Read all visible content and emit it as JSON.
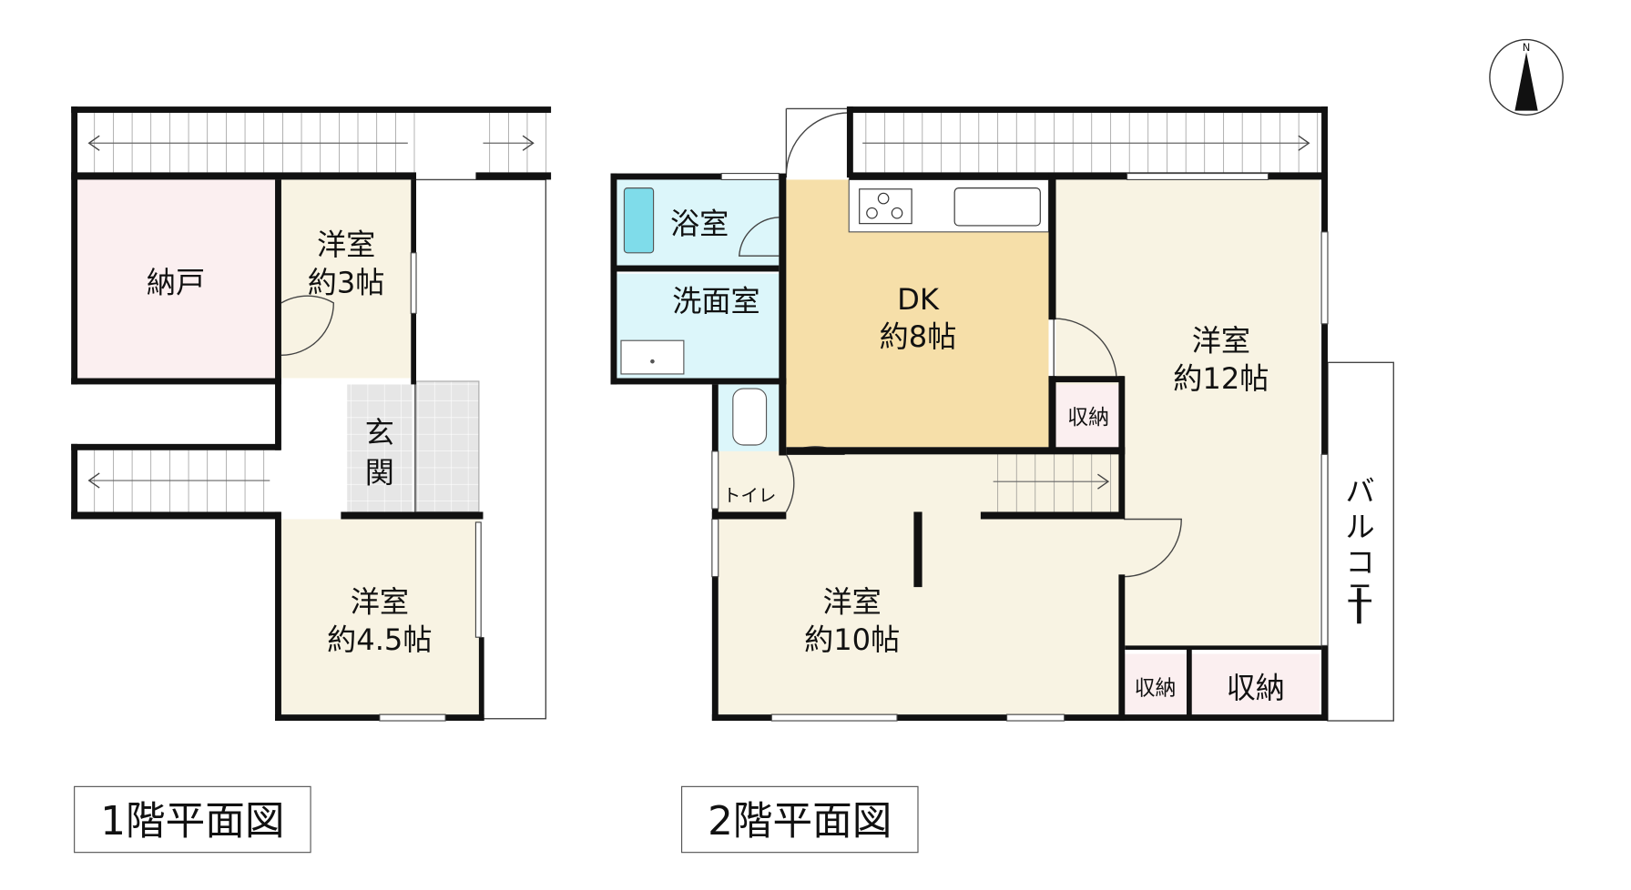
{
  "floor1": {
    "title": "1階平面図",
    "rooms": {
      "storage_nando": "納戸",
      "western_small_name": "洋室",
      "western_small_size": "約3帖",
      "entrance": [
        "玄",
        "関"
      ],
      "western_mid_name": "洋室",
      "western_mid_size": "約4.5帖"
    }
  },
  "floor2": {
    "title": "2階平面図",
    "rooms": {
      "bath": "浴室",
      "washroom": "洗面室",
      "dk_name": "DK",
      "dk_size": "約8帖",
      "western_large_name": "洋室",
      "western_large_size": "約12帖",
      "closet_a": "収納",
      "toilet": "トイレ",
      "western_10_name": "洋室",
      "western_10_size": "約10帖",
      "closet_b": "収納",
      "closet_c": "収納",
      "balcony": [
        "バ",
        "ル",
        "コ",
        "ニ",
        "ー"
      ]
    }
  },
  "compass": {
    "label": "N"
  },
  "colors": {
    "pink": "#fbeff0",
    "beige": "#f8f3e3",
    "dk": "#f6dfa9",
    "water": "#dcf6fa",
    "tub": "#7fdcea",
    "tile": "#e6e6e6"
  }
}
